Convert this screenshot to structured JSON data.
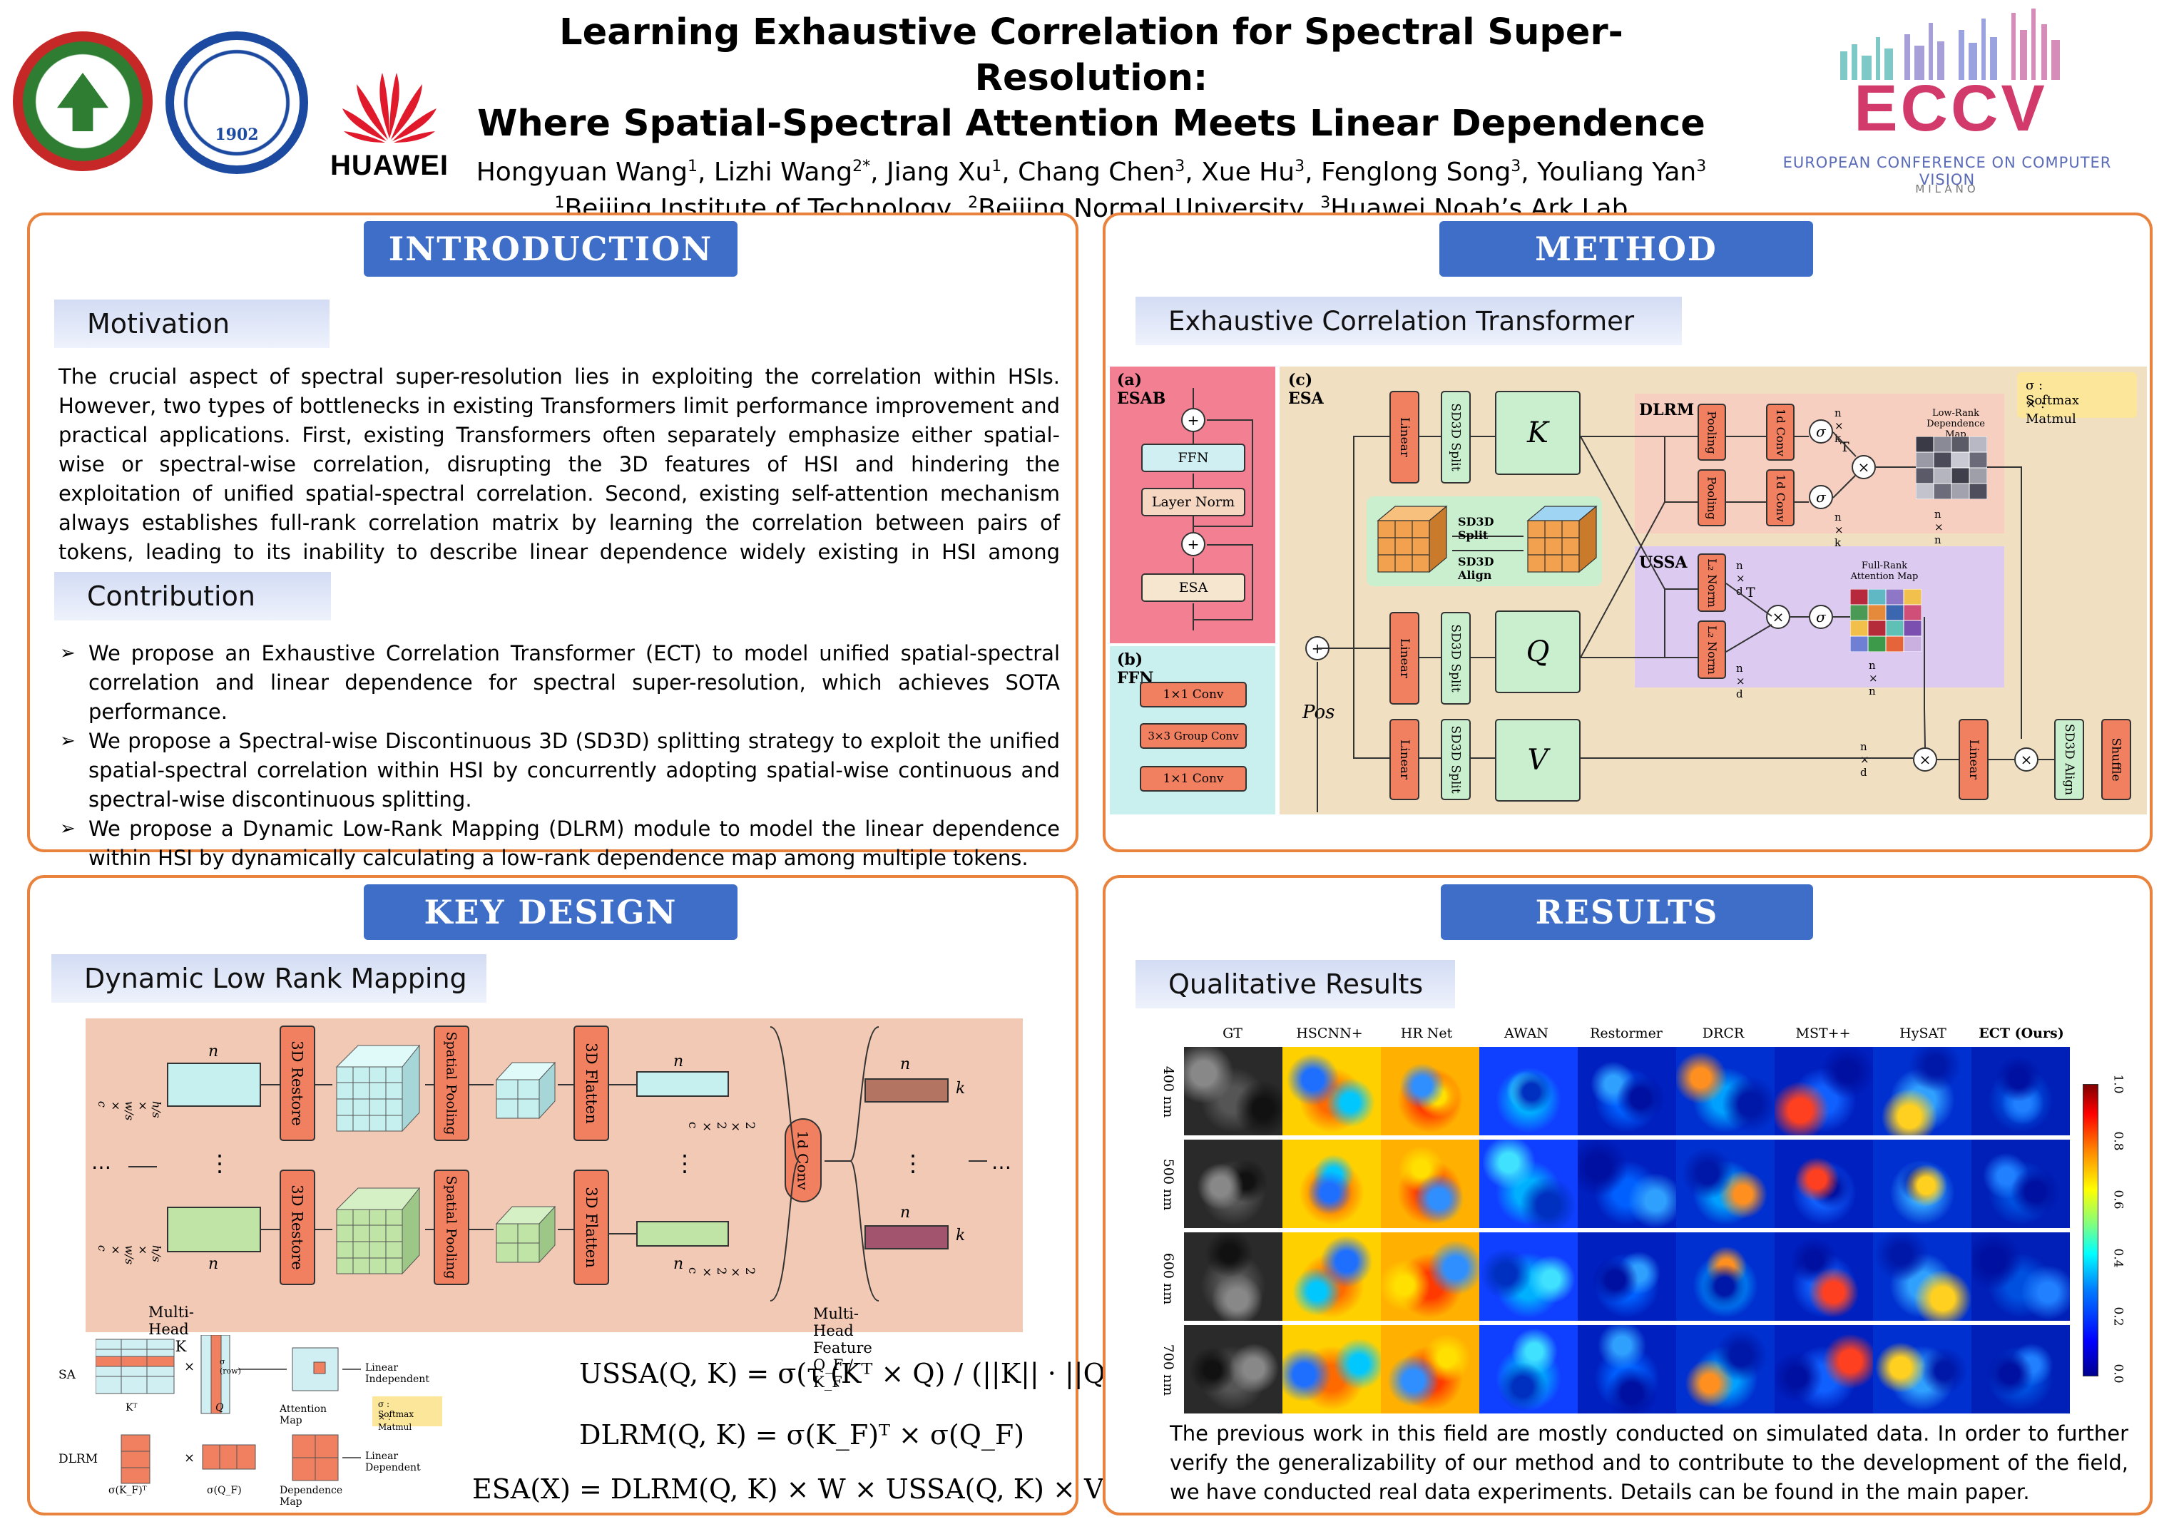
{
  "header": {
    "title_line1": "Learning Exhaustive Correlation for Spectral Super-Resolution:",
    "title_line2": "Where Spatial-Spectral Attention Meets Linear Dependence",
    "authors": [
      {
        "name": "Hongyuan Wang",
        "sup": "1"
      },
      {
        "name": "Lizhi Wang",
        "sup": "2*"
      },
      {
        "name": "Jiang Xu",
        "sup": "1"
      },
      {
        "name": "Chang Chen",
        "sup": "3"
      },
      {
        "name": "Xue Hu",
        "sup": "3"
      },
      {
        "name": "Fenglong Song",
        "sup": "3"
      },
      {
        "name": "Youliang Yan",
        "sup": "3"
      }
    ],
    "affiliations": [
      {
        "sup": "1",
        "name": "Beijing Institute of Technology"
      },
      {
        "sup": "2",
        "name": "Beijing Normal University"
      },
      {
        "sup": "3",
        "name": "Huawei Noah’s Ark Lab"
      }
    ],
    "logos": {
      "bnu_year": "1902",
      "huawei": "HUAWEI",
      "eccv_word": "ECCV",
      "eccv_sub": "EUROPEAN CONFERENCE ON COMPUTER VISION",
      "eccv_city": "MILANO"
    }
  },
  "introduction": {
    "banner": "Introduction",
    "motivation_title": "Motivation",
    "motivation_text": "The crucial aspect of spectral super-resolution lies in exploiting the correlation within HSIs. However, two types of bottlenecks in existing Transformers limit performance improvement and practical applications. First, existing Transformers often separately emphasize either spatial-wise or spectral-wise correlation, disrupting the 3D features of HSI and hindering the exploitation of unified spatial-spectral correlation. Second, existing self-attention mechanism always establishes full-rank correlation matrix by learning the correlation between pairs of tokens, leading to its inability to describe linear dependence widely existing in HSI among multiple tokens.",
    "contribution_title": "Contribution",
    "contributions": [
      "We propose an Exhaustive Correlation Transformer (ECT) to model unified spatial-spectral correlation and linear dependence for spectral super-resolution, which achieves SOTA performance.",
      "We propose a Spectral-wise Discontinuous 3D (SD3D) splitting strategy to exploit the unified spatial-spectral correlation within HSI by concurrently adopting spatial-wise continuous and spectral-wise discontinuous splitting.",
      "We propose a Dynamic Low-Rank Mapping (DLRM) module to model the linear dependence within HSI by dynamically calculating a low-rank dependence map among multiple tokens."
    ]
  },
  "method": {
    "banner": "Method",
    "subtitle": "Exhaustive Correlation Transformer",
    "esab_label": "(a) ESAB",
    "ffn_label": "(b) FFN",
    "esa_label": "(c) ESA",
    "esab_blocks": {
      "ffn": "FFN",
      "layer_norm": "Layer Norm",
      "esa": "ESA"
    },
    "ffn_blocks": {
      "conv1": "1×1 Conv",
      "group_conv": "3×3 Group Conv",
      "conv2": "1×1 Conv"
    },
    "linear": "Linear",
    "sd3d_split": "SD3D Split",
    "sd3d_align": "SD3D Align",
    "shuffle": "Shuffle",
    "pooling": "Pooling",
    "conv1d": "1d Conv",
    "l2norm": "L₂ Norm",
    "K": "K",
    "Q": "Q",
    "V": "V",
    "pos": "Pos",
    "dlrm_label": "DLRM",
    "ussa_label": "USSA",
    "lowrank_map": "Low-Rank Dependence Map",
    "fullrank_map": "Full-Rank Attention Map",
    "dims": {
      "nk": "n × k",
      "nn": "n × n",
      "nd": "n × d",
      "T": "T"
    },
    "legend": {
      "softmax": ": Softmax",
      "matmul": ": Matmul",
      "sigma": "σ",
      "times": "×"
    },
    "colors": {
      "esab_bg": "#f27f92",
      "ffn_bg": "#c9efef",
      "esa_bg": "#f1dfc2",
      "dlrm_bg": "#f6cfc0",
      "ussa_bg": "#dccaf0",
      "block": "#f08060",
      "split": "#c9efcf"
    }
  },
  "key_design": {
    "banner": "Key Design",
    "subtitle": "Dynamic Low Rank Mapping",
    "restore": "3D Restore",
    "spatial_pooling": "Spatial Pooling",
    "flatten": "3D Flatten",
    "conv1d": "1d Conv",
    "n": "n",
    "k": "k",
    "dim_left": "h/s × w/s × c",
    "dim_mid": "2 × 2 × c",
    "dots": "⋮",
    "ellipsis": "⋯",
    "multihead_qk": "Multi-Head Q / K",
    "multihead_feature": "Multi-Head Feature Q_F / K_F",
    "sa": "SA",
    "dlrm": "DLRM",
    "kt": "Kᵀ",
    "q": "Q",
    "attention_map": "Attention Map",
    "dependence_map": "Dependence Map",
    "sigma_kf": "σ(K_F)ᵀ",
    "sigma_qf": "σ(Q_F)",
    "linear_independent": "Linear Independent",
    "linear_dependent": "Linear Dependent",
    "sigma_row": "σ (row)",
    "legend_softmax": "σ : Softmax",
    "legend_matmul": "× : Matmul",
    "eq_ussa": "USSA(Q, K) = σ(τ (Kᵀ × Q) / (||K|| · ||Q||))",
    "eq_dlrm": "DLRM(Q, K) = σ(K_F)ᵀ × σ(Q_F)",
    "eq_esa": "ESA(X) = DLRM(Q, K) × W × USSA(Q, K) × V",
    "colors": {
      "bg": "#f2c9b4",
      "block": "#f08060",
      "token_cyan": "#c6f0f0",
      "token_green": "#bfe4a6",
      "feat1": "#b37462",
      "feat2": "#a2546e"
    }
  },
  "results": {
    "banner": "Results",
    "subtitle": "Qualitative Results",
    "methods": [
      "GT",
      "HSCNN+",
      "HR Net",
      "AWAN",
      "Restormer",
      "DRCR",
      "MST++",
      "HySAT",
      "ECT (Ours)"
    ],
    "wavelengths": [
      "400 nm",
      "500 nm",
      "600 nm",
      "700 nm"
    ],
    "colorbar_ticks": [
      "0.0",
      "0.2",
      "0.4",
      "0.6",
      "0.8",
      "1.0"
    ],
    "description": "The previous work in this field are mostly conducted on simulated data. In order to further verify the generalizability of our method and to contribute to the development of the field, we have conducted real data experiments. Details can be found in the main paper."
  }
}
